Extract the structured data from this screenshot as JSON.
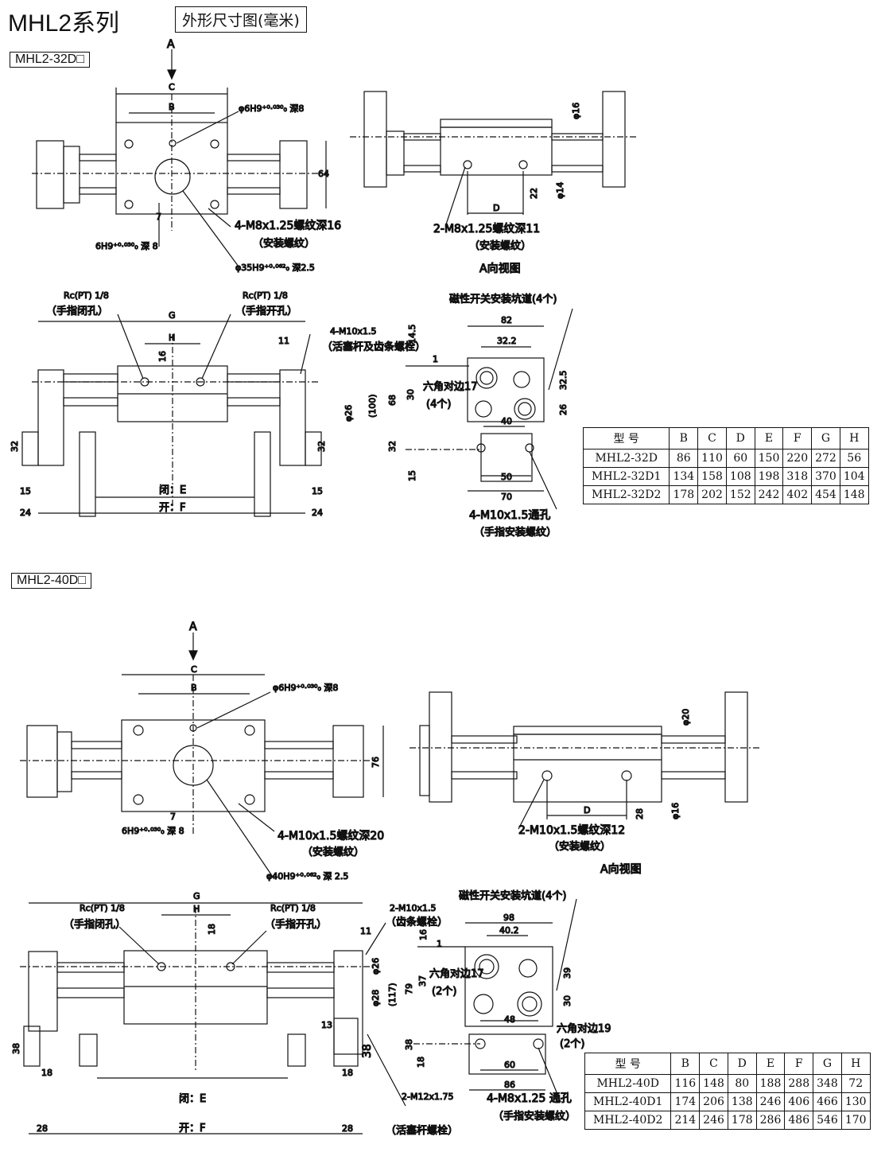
{
  "header": {
    "series_title": "MHL2系列",
    "subtitle": "外形尺寸图(毫米)"
  },
  "sections": [
    {
      "model_tag": "MHL2-32D□",
      "top_view": {
        "arrow_label": "A",
        "dims": [
          "C",
          "B",
          "64",
          "7"
        ],
        "notes": {
          "pin_hole_top": "φ6H9⁺⁰·⁰³⁰₀ 深8",
          "mount_thread": "4-M8x1.25螺纹深16",
          "mount_thread_sub": "（安装螺纹）",
          "pin_hole_side": "6H9⁺⁰·⁰³⁰₀ 深 8",
          "boss": "φ35H9⁺⁰·⁰⁶²₀ 深2.5"
        }
      },
      "a_view": {
        "dims": [
          "φ16",
          "φ14",
          "22",
          "D"
        ],
        "notes": {
          "thread": "2-M8x1.25螺纹深11",
          "thread_sub": "（安装螺纹）"
        },
        "caption": "A向视图"
      },
      "front_view": {
        "dims": [
          "G",
          "H",
          "16",
          "11",
          "φ26",
          "32",
          "32",
          "15",
          "15",
          "24",
          "24"
        ],
        "port_left": "Rc(PT) 1/8",
        "port_left_sub": "（手指闭孔）",
        "port_right": "Rc(PT) 1/8",
        "port_right_sub": "（手指开孔）",
        "rack_bolt": "4-M10x1.5",
        "rack_bolt_sub": "（活塞杆及齿条螺栓）",
        "closed": "闭：E",
        "open": "开：F"
      },
      "end_view": {
        "title": "磁性开关安装坑道(4个)",
        "dims": [
          "82",
          "32.2",
          "14.5",
          "1",
          "68",
          "30",
          "(100)",
          "32",
          "15",
          "40",
          "50",
          "70",
          "32.5",
          "26"
        ],
        "hex": "六角对边17",
        "hex_sub": "(4个)",
        "thread": "4-M10x1.5通孔",
        "thread_sub": "（手指安装螺纹）"
      },
      "table": {
        "headers": [
          "型 号",
          "B",
          "C",
          "D",
          "E",
          "F",
          "G",
          "H"
        ],
        "rows": [
          [
            "MHL2-32D",
            "86",
            "110",
            "60",
            "150",
            "220",
            "272",
            "56"
          ],
          [
            "MHL2-32D1",
            "134",
            "158",
            "108",
            "198",
            "318",
            "370",
            "104"
          ],
          [
            "MHL2-32D2",
            "178",
            "202",
            "152",
            "242",
            "402",
            "454",
            "148"
          ]
        ]
      }
    },
    {
      "model_tag": "MHL2-40D□",
      "top_view": {
        "arrow_label": "A",
        "dims": [
          "C",
          "B",
          "76",
          "7"
        ],
        "notes": {
          "pin_hole_top": "φ6H9⁺⁰·⁰³⁰₀ 深8",
          "mount_thread": "4-M10x1.5螺纹深20",
          "mount_thread_sub": "（安装螺纹）",
          "pin_hole_side": "6H9⁺⁰·⁰³⁰₀ 深 8",
          "boss": "φ40H9⁺⁰·⁰⁶²₀ 深 2.5"
        }
      },
      "a_view": {
        "dims": [
          "φ20",
          "φ16",
          "28",
          "D"
        ],
        "notes": {
          "thread": "2-M10x1.5螺纹深12",
          "thread_sub": "（安装螺纹）"
        },
        "caption": "A向视图"
      },
      "front_view": {
        "dims": [
          "G",
          "H",
          "18",
          "11",
          "φ26",
          "φ28",
          "13",
          "38",
          "38",
          "18",
          "18",
          "28",
          "28"
        ],
        "port_left": "Rc(PT) 1/8",
        "port_left_sub": "（手指闭孔）",
        "port_right": "Rc(PT) 1/8",
        "port_right_sub": "（手指开孔）",
        "rack_bolt": "2-M10x1.5",
        "rack_bolt_sub": "（齿条螺栓）",
        "piston_bolt": "2-M12x1.75",
        "piston_bolt_sub": "（活塞杆螺栓）",
        "closed": "闭：E",
        "open": "开：F"
      },
      "end_view": {
        "title": "磁性开关安装坑道(4个)",
        "dims": [
          "98",
          "40.2",
          "16",
          "1",
          "79",
          "37",
          "(117)",
          "38",
          "18",
          "48",
          "60",
          "86",
          "39",
          "30"
        ],
        "hex": "六角对边17",
        "hex_sub": "(2个)",
        "hex2": "六角对边19",
        "hex2_sub": "(2个)",
        "thread": "4-M8x1.25 通孔",
        "thread_sub": "（手指安装螺纹）"
      },
      "table": {
        "headers": [
          "型 号",
          "B",
          "C",
          "D",
          "E",
          "F",
          "G",
          "H"
        ],
        "rows": [
          [
            "MHL2-40D",
            "116",
            "148",
            "80",
            "188",
            "288",
            "348",
            "72"
          ],
          [
            "MHL2-40D1",
            "174",
            "206",
            "138",
            "246",
            "406",
            "466",
            "130"
          ],
          [
            "MHL2-40D2",
            "214",
            "246",
            "178",
            "286",
            "486",
            "546",
            "170"
          ]
        ]
      }
    }
  ]
}
